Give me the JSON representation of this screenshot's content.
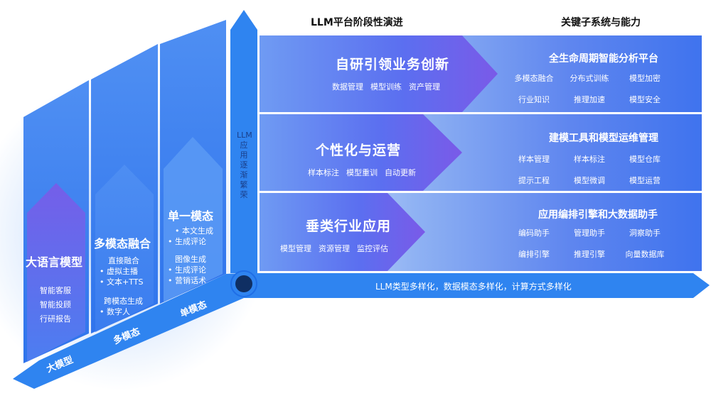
{
  "headers": {
    "evolution": "LLM平台阶段性演进",
    "key_systems": "关键子系统与能力"
  },
  "bands": [
    {
      "title": "自研引领业务创新",
      "subs": [
        "数据管理",
        "模型训练",
        "资产管理"
      ]
    },
    {
      "title": "个性化与运营",
      "subs": [
        "样本标注",
        "模型重训",
        "自动更新"
      ]
    },
    {
      "title": "垂类行业应用",
      "subs": [
        "模型管理",
        "资源管理",
        "监控评估"
      ]
    }
  ],
  "systems": [
    {
      "title": "全生命周期智能分析平台",
      "items": [
        "多模态融合",
        "分布式训练",
        "模型加密",
        "行业知识",
        "推理加速",
        "模型安全"
      ]
    },
    {
      "title": "建模工具和模型运维管理",
      "items": [
        "样本管理",
        "样本标注",
        "模型仓库",
        "提示工程",
        "模型微调",
        "模型运营"
      ]
    },
    {
      "title": "应用编排引擎和大数据助手",
      "items": [
        "编码助手",
        "管理助手",
        "洞察助手",
        "编排引擎",
        "推理引擎",
        "向量数据库"
      ]
    }
  ],
  "vertical_label": "LLM应用逐渐繁荣",
  "bottom_label": "LLM类型多样化，数据模态多样化，计算方式多样化",
  "columns": [
    {
      "title": "大语言模型",
      "items": [
        "智能客服",
        "智能投顾",
        "行研报告"
      ]
    },
    {
      "title": "多模态融合",
      "items": [
        "直接融合",
        "• 虚拟主播",
        "• 文本+TTS",
        "跨模态生成",
        "• 数字人"
      ]
    },
    {
      "title": "单一模态",
      "items": [
        "• 本文生成",
        "• 生成评论",
        "图像生成",
        "• 生成评论",
        "• 营销话术"
      ]
    }
  ],
  "axis_labels": [
    "大模型",
    "多模态",
    "单模态"
  ],
  "colors": {
    "accent": "#2f84f0",
    "deep": "#1a3f8a",
    "purple": "#7a5ae8"
  }
}
